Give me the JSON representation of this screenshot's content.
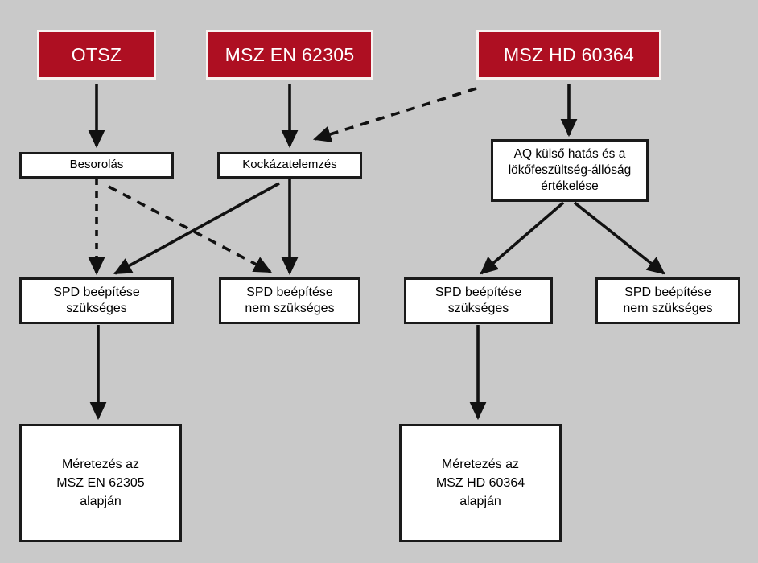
{
  "figure": {
    "background_color": "#c9c9c9",
    "accent_color": "#ae0f22",
    "line_color": "#111111"
  },
  "nodes": {
    "otsz": {
      "label": "OTSZ",
      "kind": "standard"
    },
    "msz_en_62305": {
      "label": "MSZ EN 62305",
      "kind": "standard"
    },
    "msz_hd_60364": {
      "label": "MSZ HD 60364",
      "kind": "standard"
    },
    "besorolas": {
      "label": "Besorolás",
      "kind": "process"
    },
    "kockazatelemzes": {
      "label": "Kockázatelemzés",
      "kind": "process"
    },
    "aq_ertekeles": {
      "label": "AQ külső hatás és a\nlökőfeszültség-állóság\nértékelése",
      "kind": "process"
    },
    "spd_sz_left": {
      "label": "SPD beépítése\nszükséges",
      "kind": "process"
    },
    "spd_nem_left": {
      "label": "SPD beépítése\nnem szükséges",
      "kind": "process"
    },
    "spd_sz_right": {
      "label": "SPD beépítése\nszükséges",
      "kind": "process"
    },
    "spd_nem_right": {
      "label": "SPD beépítése\nnem szükséges",
      "kind": "process"
    },
    "meretezes_en": {
      "label": "Méretezés az\nMSZ EN 62305\nalapján",
      "kind": "process"
    },
    "meretezes_hd": {
      "label": "Méretezés az\nMSZ HD 60364\nalapján",
      "kind": "process"
    }
  },
  "edges": [
    {
      "id": "otsz-to-besorolas",
      "from": "otsz",
      "to": "besorolas",
      "style": "solid"
    },
    {
      "id": "msz-en-to-kockazat",
      "from": "msz_en_62305",
      "to": "kockazatelemzes",
      "style": "solid"
    },
    {
      "id": "msz-hd-to-kockazat",
      "from": "msz_hd_60364",
      "to": "kockazatelemzes",
      "style": "dashed"
    },
    {
      "id": "msz-hd-to-aq",
      "from": "msz_hd_60364",
      "to": "aq_ertekeles",
      "style": "solid"
    },
    {
      "id": "besorolas-to-spd-sz",
      "from": "besorolas",
      "to": "spd_sz_left",
      "style": "dashed"
    },
    {
      "id": "besorolas-to-spd-nem",
      "from": "besorolas",
      "to": "spd_nem_left",
      "style": "dashed"
    },
    {
      "id": "kockazat-to-spd-sz",
      "from": "kockazatelemzes",
      "to": "spd_sz_left",
      "style": "solid"
    },
    {
      "id": "kockazat-to-spd-nem",
      "from": "kockazatelemzes",
      "to": "spd_nem_left",
      "style": "solid"
    },
    {
      "id": "aq-to-spd-sz",
      "from": "aq_ertekeles",
      "to": "spd_sz_right",
      "style": "solid"
    },
    {
      "id": "aq-to-spd-nem",
      "from": "aq_ertekeles",
      "to": "spd_nem_right",
      "style": "solid"
    },
    {
      "id": "spd-sz-left-to-meretezes-en",
      "from": "spd_sz_left",
      "to": "meretezes_en",
      "style": "solid"
    },
    {
      "id": "spd-sz-right-to-meretezes-hd",
      "from": "spd_sz_right",
      "to": "meretezes_hd",
      "style": "solid"
    }
  ]
}
